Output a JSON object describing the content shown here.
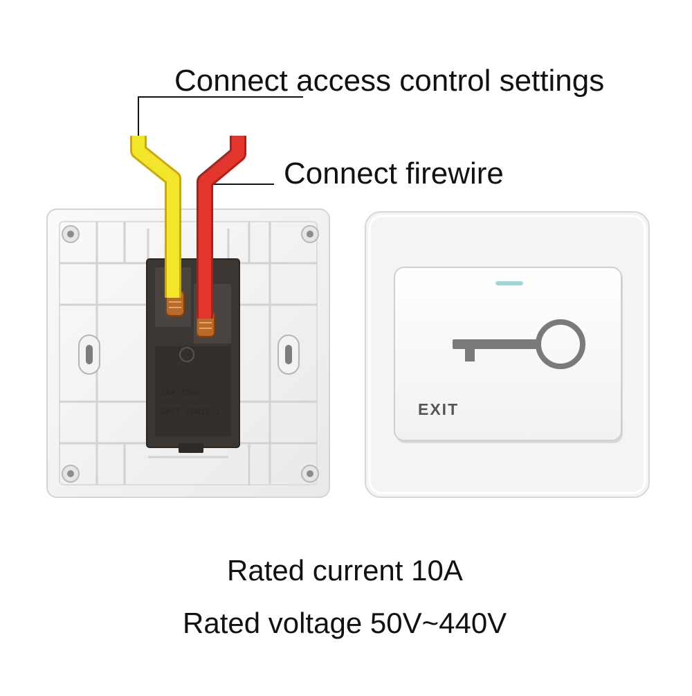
{
  "labels": {
    "access_control": "Connect access control settings",
    "firewire": "Connect firewire",
    "rated_current": "Rated current  10A",
    "rated_voltage": "Rated voltage 50V~440V"
  },
  "switch_button": {
    "exit_label": "EXIT",
    "icon": "key-icon"
  },
  "terminal_block": {
    "marking_1": "10A 250V~",
    "marking_2": "GB/T 16915.1"
  },
  "colors": {
    "wire_access": "#f2e62b",
    "wire_fire": "#e2352b",
    "key_icon": "#7a7a7a"
  }
}
